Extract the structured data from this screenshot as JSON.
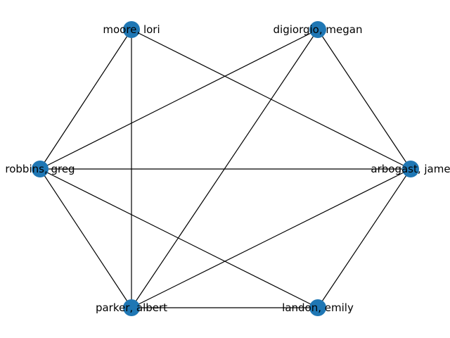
{
  "graph": {
    "node_color": "#1f77b4",
    "edge_color": "#000000",
    "nodes": [
      {
        "id": "moore",
        "label": "moore, lori"
      },
      {
        "id": "digiorgio",
        "label": "digiorgio, megan"
      },
      {
        "id": "robbins",
        "label": "robbins, greg"
      },
      {
        "id": "arbogast",
        "label": "arbogast, jame"
      },
      {
        "id": "parker",
        "label": "parker, albert"
      },
      {
        "id": "landon",
        "label": "landon, emily"
      }
    ],
    "edges": [
      [
        "moore",
        "robbins"
      ],
      [
        "moore",
        "parker"
      ],
      [
        "moore",
        "arbogast"
      ],
      [
        "digiorgio",
        "robbins"
      ],
      [
        "digiorgio",
        "parker"
      ],
      [
        "digiorgio",
        "arbogast"
      ],
      [
        "robbins",
        "arbogast"
      ],
      [
        "robbins",
        "parker"
      ],
      [
        "robbins",
        "landon"
      ],
      [
        "arbogast",
        "parker"
      ],
      [
        "arbogast",
        "landon"
      ],
      [
        "parker",
        "landon"
      ]
    ]
  }
}
